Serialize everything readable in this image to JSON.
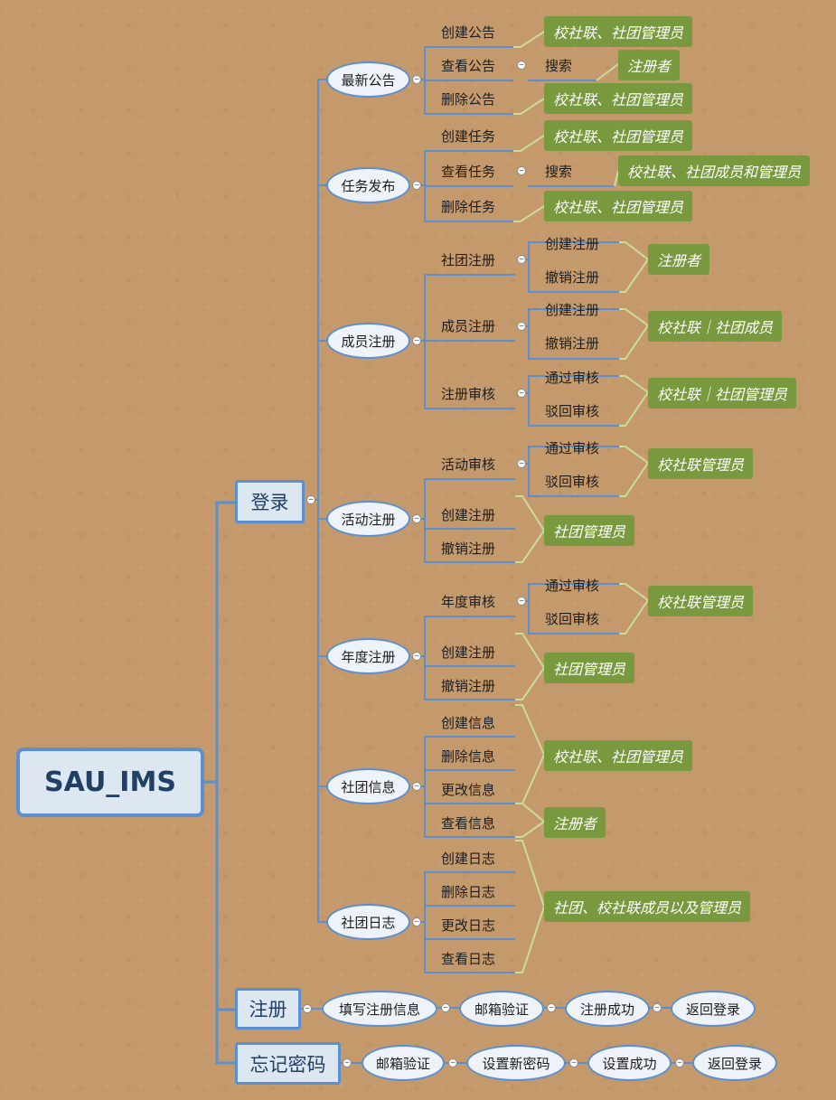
{
  "root": "SAU_IMS",
  "branches": {
    "login": {
      "label": "登录",
      "announcement": {
        "label": "最新公告",
        "create": "创建公告",
        "view": "查看公告",
        "search": "搜索",
        "delete": "删除公告",
        "note_create": "校社联、社团管理员",
        "note_search": "注册者",
        "note_delete": "校社联、社团管理员"
      },
      "task": {
        "label": "任务发布",
        "create": "创建任务",
        "view": "查看任务",
        "search": "搜索",
        "delete": "删除任务",
        "note_create": "校社联、社团管理员",
        "note_search": "校社联、社团成员和管理员",
        "note_delete": "校社联、社团管理员"
      },
      "member_reg": {
        "label": "成员注册",
        "club_reg": {
          "label": "社团注册",
          "create": "创建注册",
          "cancel": "撤销注册"
        },
        "member_reg": {
          "label": "成员注册",
          "create": "创建注册",
          "cancel": "撤销注册"
        },
        "reg_review": {
          "label": "注册审核",
          "pass": "通过审核",
          "reject": "驳回审核"
        },
        "note_club": "注册者",
        "note_member": "校社联｜社团成员",
        "note_review": "校社联｜社团管理员"
      },
      "activity_reg": {
        "label": "活动注册",
        "review": {
          "label": "活动审核",
          "pass": "通过审核",
          "reject": "驳回审核"
        },
        "create": "创建注册",
        "cancel": "撤销注册",
        "note_review": "校社联管理员",
        "note_create": "社团管理员"
      },
      "annual_reg": {
        "label": "年度注册",
        "review": {
          "label": "年度审核",
          "pass": "通过审核",
          "reject": "驳回审核"
        },
        "create": "创建注册",
        "cancel": "撤销注册",
        "note_review": "校社联管理员",
        "note_create": "社团管理员"
      },
      "club_info": {
        "label": "社团信息",
        "create": "创建信息",
        "delete": "删除信息",
        "update": "更改信息",
        "view": "查看信息",
        "note_admin": "校社联、社团管理员",
        "note_view": "注册者"
      },
      "club_log": {
        "label": "社团日志",
        "create": "创建日志",
        "delete": "删除日志",
        "update": "更改日志",
        "view": "查看日志",
        "note": "社团、校社联成员以及管理员"
      }
    },
    "register": {
      "label": "注册",
      "steps": [
        "填写注册信息",
        "邮箱验证",
        "注册成功",
        "返回登录"
      ]
    },
    "forgot": {
      "label": "忘记密码",
      "steps": [
        "邮箱验证",
        "设置新密码",
        "设置成功",
        "返回登录"
      ]
    }
  },
  "collapse_glyph": "−",
  "colors": {
    "line_blue": "#5b8fd0",
    "line_green": "#c9dc9a",
    "note_green": "#79993e",
    "background": "#c49a6c"
  }
}
